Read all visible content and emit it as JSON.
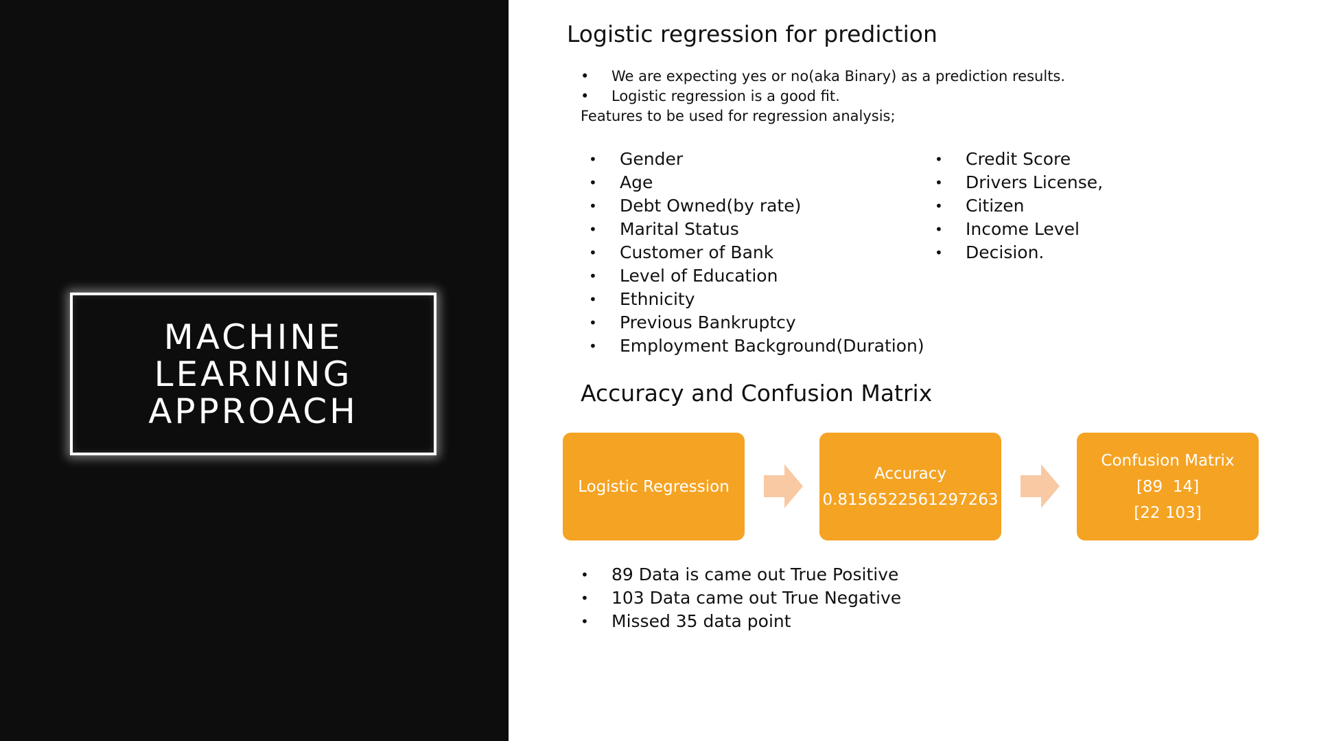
{
  "left_title": {
    "lines": [
      "MACHINE",
      "LEARNING",
      "APPROACH"
    ]
  },
  "heading1": "Logistic regression for prediction",
  "intro_bullets": [
    "We are expecting yes or no(aka Binary) as a prediction results.",
    "Logistic regression is a good fit."
  ],
  "intro_text": "Features to be used for regression analysis;",
  "features_col1": [
    "Gender",
    "Age",
    "Debt Owned(by rate)",
    "Marital Status",
    "Customer of Bank",
    "Level of Education",
    "Ethnicity",
    "Previous Bankruptcy",
    "Employment Background(Duration)"
  ],
  "features_col2": [
    "Credit Score",
    "Drivers License,",
    "Citizen",
    "Income Level",
    "Decision."
  ],
  "heading2": "Accuracy and Confusion Matrix",
  "flow": {
    "box1": "Logistic Regression",
    "box2_label": "Accuracy",
    "box2_value": "0.8156522561297263",
    "box3_label": "Confusion Matrix",
    "box3_row1": "[89  14]",
    "box3_row2": "[22 103]",
    "box_color": "#f5a323",
    "arrow_color": "#f8c9a3"
  },
  "results": [
    "89 Data is came out True Positive",
    "103 Data came out True Negative",
    "Missed 35 data point"
  ]
}
